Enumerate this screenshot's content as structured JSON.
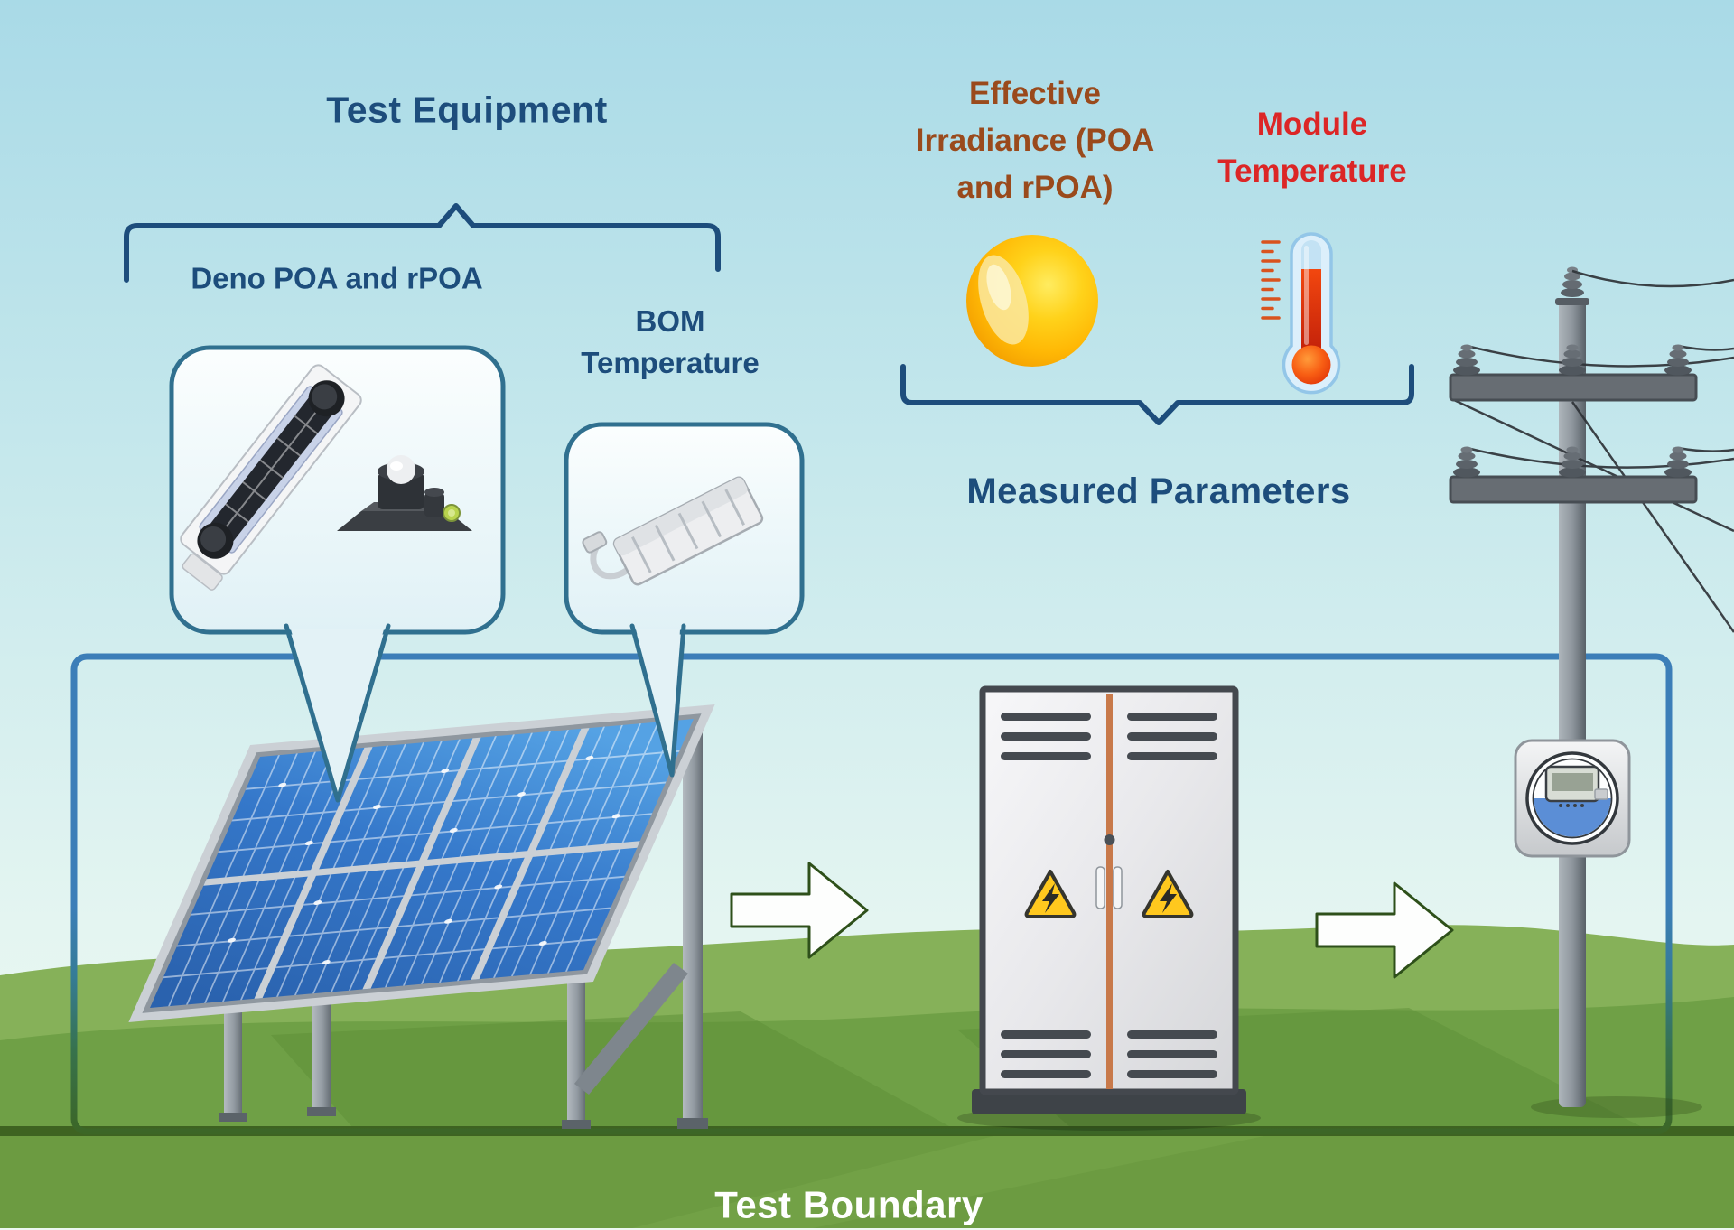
{
  "diagram": {
    "test_equipment": {
      "title": "Test Equipment",
      "deno_label": "Deno POA and rPOA",
      "bom_label_line1": "BOM",
      "bom_label_line2": "Temperature"
    },
    "measured_parameters": {
      "title": "Measured Parameters",
      "irradiance_line1": "Effective",
      "irradiance_line2": "Irradiance (POA",
      "irradiance_line3": "and rPOA)",
      "module_temp_line1": "Module",
      "module_temp_line2": "Temperature"
    },
    "boundary_label": "Test Boundary"
  },
  "colors": {
    "heading_navy": "#1D4D7C",
    "irradiance_brown": "#9A4A1C",
    "module_temp_red": "#DC2626",
    "boundary_blue": "#3C7EB8",
    "bubble_border_teal": "#30708F",
    "sun_orange": "#F09800",
    "sun_yellow": "#FFD21A",
    "thermometer_red": "#E23A10",
    "panel_blue": "#3578CA",
    "grass_green": "#86B159",
    "warning_yellow": "#FFC81E",
    "cabinet_gray": "#E8E8EB",
    "arrow_white": "#FDFEFD",
    "boundary_label_white": "#FFFFFF"
  },
  "icons": {
    "sun": "sun-icon",
    "thermometer": "thermometer-icon",
    "solar_panel": "solar-panel-icon",
    "reference_cell": "reference-cell-icon",
    "pyranometer": "pyranometer-icon",
    "bom_sensor": "bom-sensor-icon",
    "inverter_cabinet": "inverter-cabinet-icon",
    "warning": "warning-triangle-icon",
    "arrow_right": "arrow-right-icon",
    "utility_pole": "utility-pole-icon",
    "electric_meter": "electric-meter-icon"
  }
}
